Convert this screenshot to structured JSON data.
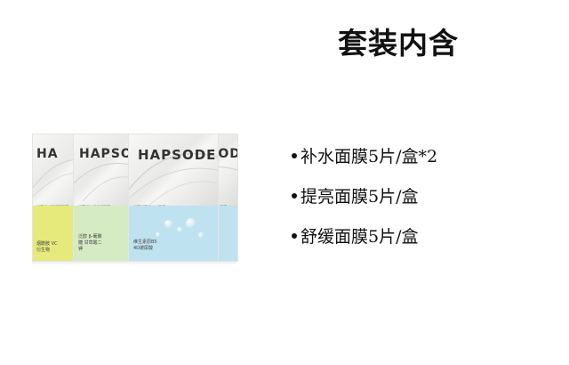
{
  "header": {
    "title": "套装内含"
  },
  "contents": {
    "items": [
      "补水面膜5片/盒*2",
      "提亮面膜5片/盒",
      "舒缓面膜5片/盒"
    ]
  },
  "product_image": {
    "brand": "HAPSODE",
    "brand_partial_left": "HA",
    "brand_partial_right": "PSODE",
    "boxes": [
      {
        "cn_name": "悦芙媞光透提亮面膜",
        "en_name": "LIGHTING WHITENING MASK",
        "ingredient": "烟酰胺 VC衍生物",
        "color": "#e6ea7a"
      },
      {
        "cn_name": "悦芙媞沁润舒缓面膜",
        "en_name": "MOISTURIZING SOOTHING MASK",
        "ingredient": "泛醇 β-葡聚糖 甘草酸二钾",
        "color": "#d4ebc4"
      },
      {
        "cn_name": "悦芙媞密集补水面膜",
        "en_name": "INTENSIVE MOISTURIZING MASK",
        "ingredient": "维生素原B5 4D玻尿酸",
        "color": "#bfe2f0"
      },
      {
        "cn_name": "面膜",
        "color": "#bfe2f0"
      }
    ],
    "colors": {
      "yellow": "#e6ea7a",
      "green": "#d4ebc4",
      "blue": "#bfe2f0"
    }
  }
}
